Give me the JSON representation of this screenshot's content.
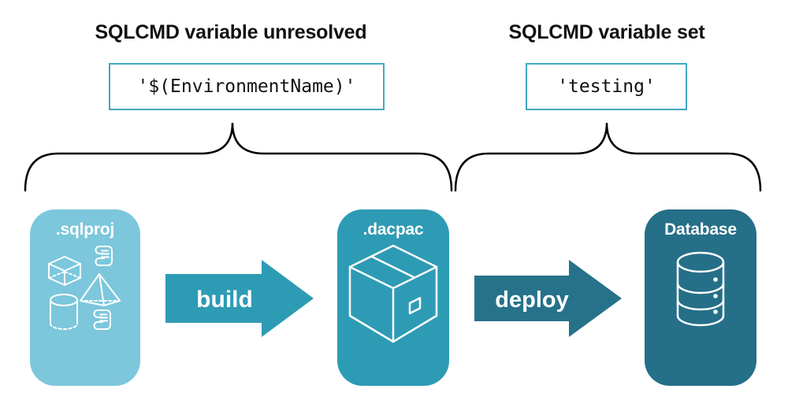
{
  "annotations": {
    "left": {
      "heading": "SQLCMD variable unresolved",
      "code": "'$(EnvironmentName)'"
    },
    "right": {
      "heading": "SQLCMD variable set",
      "code": "'testing'"
    }
  },
  "pipeline": {
    "nodes": [
      {
        "label": ".sqlproj",
        "color": "#7cc7db",
        "icons": [
          "scroll-icon",
          "cube-icon",
          "pyramid-icon",
          "cylinder-icon",
          "scroll-icon"
        ]
      },
      {
        "label": ".dacpac",
        "color": "#2e9bb5",
        "icons": [
          "package-icon"
        ]
      },
      {
        "label": "Database",
        "color": "#256f88",
        "icons": [
          "database-icon"
        ]
      }
    ],
    "arrows": [
      {
        "label": "build",
        "color": "#2e9bb5"
      },
      {
        "label": "deploy",
        "color": "#26728a"
      }
    ]
  },
  "colors": {
    "background": "#ffffff",
    "heading_text": "#111111",
    "code_text": "#111111",
    "code_box_border": "#45a7c3",
    "brace_stroke": "#000000",
    "node_label_text": "#ffffff",
    "icon_stroke": "#ffffff"
  }
}
